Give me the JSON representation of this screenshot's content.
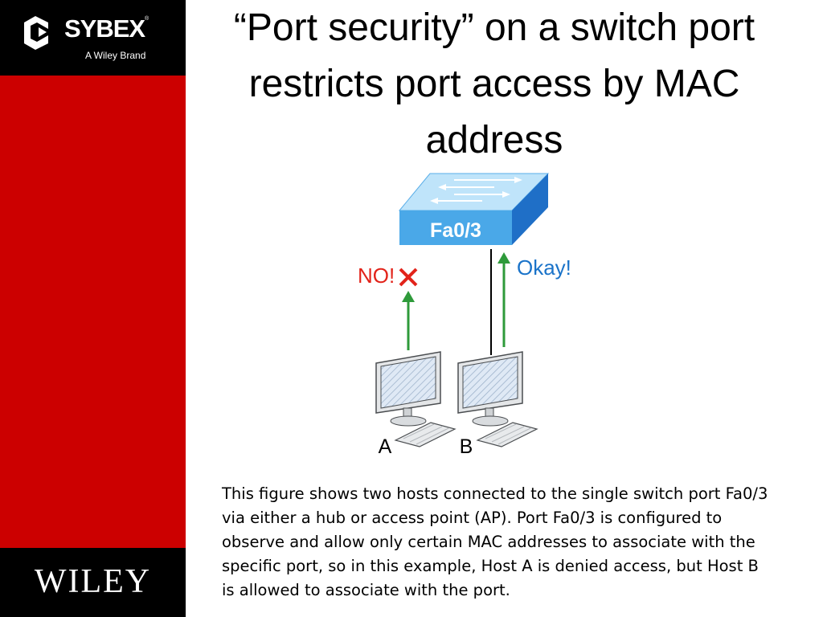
{
  "brand": {
    "publisher": "SYBEX",
    "tagline": "A Wiley Brand",
    "footer_logo": "WILEY"
  },
  "slide": {
    "title": "“Port security” on a switch port restricts port access by MAC address"
  },
  "diagram": {
    "switch_port": "Fa0/3",
    "denied_label": "NO!",
    "allowed_label": "Okay!",
    "host_a": "A",
    "host_b": "B",
    "icons": [
      "switch-icon",
      "desktop-computer-icon",
      "keyboard-icon",
      "x-mark-icon",
      "up-arrow-icon"
    ],
    "colors": {
      "switch_front": "#4aa8e8",
      "switch_side": "#1f6fc7",
      "denied": "#e2231a",
      "allowed": "#1a73c9",
      "arrow": "#2e9a3a"
    }
  },
  "caption": "This figure shows two hosts connected to the single switch port Fa0/3 via either a hub or access point (AP). Port Fa0/3 is configured to observe and allow only certain MAC addresses to associate with the specific port, so in this example, Host A is denied access, but Host B is allowed to associate with the port.",
  "colors": {
    "sidebar": "#cc0000",
    "logo_bg": "#000000"
  }
}
